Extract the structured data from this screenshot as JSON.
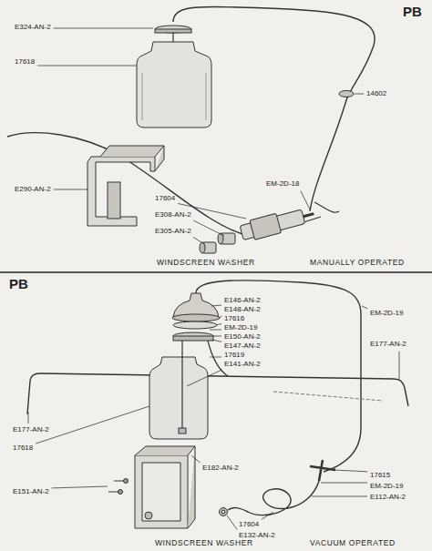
{
  "diagram": {
    "labels": [
      "PB",
      "E324-AN-2",
      "17618",
      "14602",
      "E290-AN-2",
      "EM-2D-18",
      "17604",
      "E308-AN-2",
      "E305-AN-2",
      "WINDSCREEN WASHER",
      "MANUALLY OPERATED",
      "PB",
      "E146-AN-2",
      "E148-AN-2",
      "17616",
      "EM-2D-19",
      "E150-AN-2",
      "E147-AN-2",
      "17619",
      "E141-AN-2",
      "EM-2D-19",
      "E177-AN-2",
      "E177-AN-2",
      "17618",
      "E151-AN-2",
      "E182-AN-2",
      "17615",
      "EM-2D-19",
      "E112-AN-2",
      "17604",
      "E132-AN-2",
      "WINDSCREEN WASHER",
      "VACUUM OPERATED"
    ]
  }
}
